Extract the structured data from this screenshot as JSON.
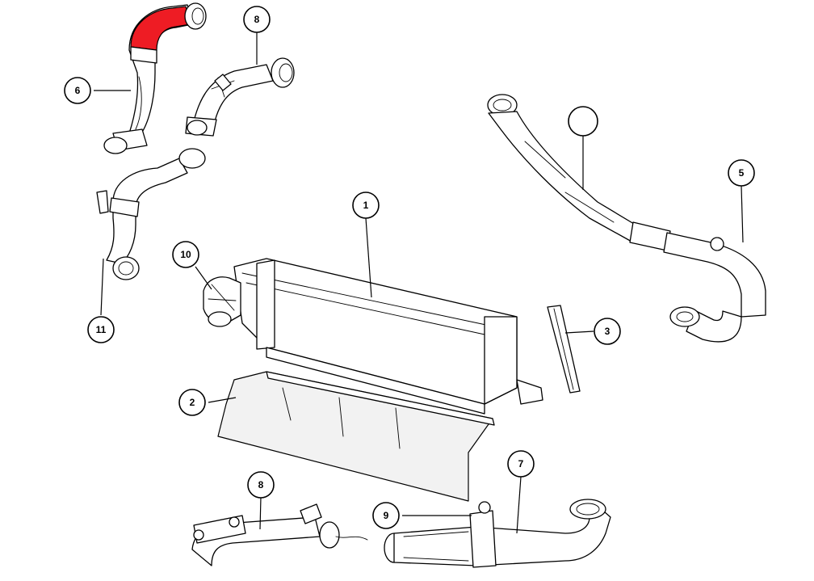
{
  "diagram": {
    "highlight_color": "#ee1c24",
    "callouts": [
      {
        "id": "c1",
        "label": "1"
      },
      {
        "id": "c2",
        "label": "2"
      },
      {
        "id": "c3",
        "label": "3"
      },
      {
        "id": "c4",
        "label": ""
      },
      {
        "id": "c5",
        "label": "5"
      },
      {
        "id": "c6",
        "label": "6"
      },
      {
        "id": "c7",
        "label": "7"
      },
      {
        "id": "c8a",
        "label": "8"
      },
      {
        "id": "c8b",
        "label": "8"
      },
      {
        "id": "c9",
        "label": "9"
      },
      {
        "id": "c10",
        "label": "10"
      },
      {
        "id": "c11",
        "label": "11"
      }
    ]
  }
}
